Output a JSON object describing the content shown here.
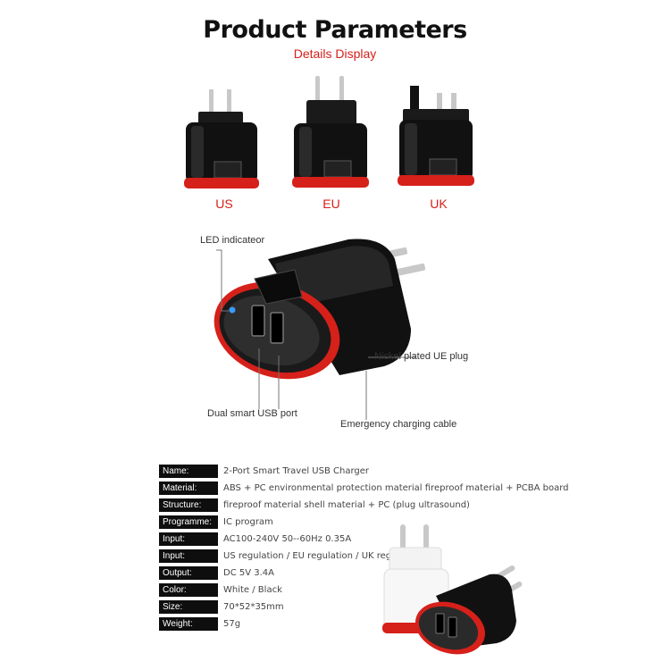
{
  "header": {
    "title": "Product Parameters",
    "subtitle": "Details Display"
  },
  "variants": [
    {
      "label": "US"
    },
    {
      "label": "EU"
    },
    {
      "label": "UK"
    }
  ],
  "callouts": {
    "led": "LED indicateor",
    "plug": "Nickel plated UE plug",
    "usb": "Dual smart USB port",
    "cable": "Emergency charging cable"
  },
  "specs": [
    {
      "key": "Name:",
      "value": "2-Port Smart Travel USB Charger"
    },
    {
      "key": "Material:",
      "value": "ABS + PC environmental protection material fireproof material + PCBA board"
    },
    {
      "key": "Structure:",
      "value": "fireproof material shell material + PC (plug ultrasound)"
    },
    {
      "key": "Programme:",
      "value": "IC program"
    },
    {
      "key": "Input:",
      "value": "AC100-240V 50--60Hz 0.35A"
    },
    {
      "key": "Input:",
      "value": "US regulation / EU regulation / UK regulation"
    },
    {
      "key": "Output:",
      "value": "DC 5V 3.4A"
    },
    {
      "key": "Color:",
      "value": "White / Black"
    },
    {
      "key": "Size:",
      "value": "70*52*35mm"
    },
    {
      "key": "Weight:",
      "value": "57g"
    }
  ],
  "colors": {
    "accent_red": "#d6201a",
    "body_black": "#111111",
    "plug_metal": "#c8c8c8"
  }
}
